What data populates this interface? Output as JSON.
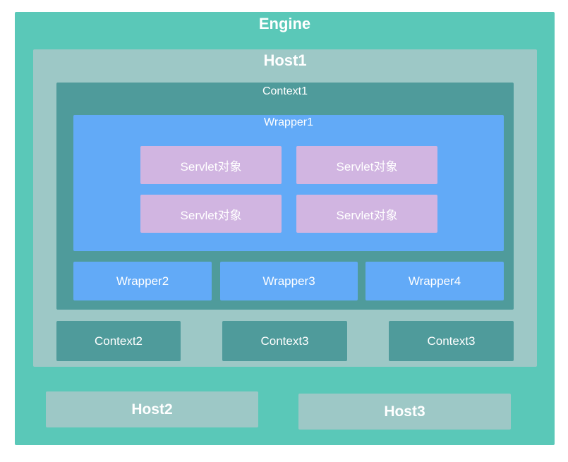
{
  "engine": {
    "title": "Engine"
  },
  "host1": {
    "title": "Host1",
    "context1": {
      "title": "Context1",
      "wrapper1": {
        "title": "Wrapper1",
        "servlets": [
          "Servlet对象",
          "Servlet对象",
          "Servlet对象",
          "Servlet对象"
        ]
      },
      "wrappers": [
        "Wrapper2",
        "Wrapper3",
        "Wrapper4"
      ]
    },
    "contexts": [
      "Context2",
      "Context3",
      "Context3"
    ]
  },
  "hosts": [
    "Host2",
    "Host3"
  ],
  "colors": {
    "engine": "#5ac8b8",
    "host": "#9dc8c6",
    "context": "#4f9b9b",
    "wrapper": "#62aaf7",
    "servlet": "#d1b5e1",
    "text": "#ffffff"
  }
}
